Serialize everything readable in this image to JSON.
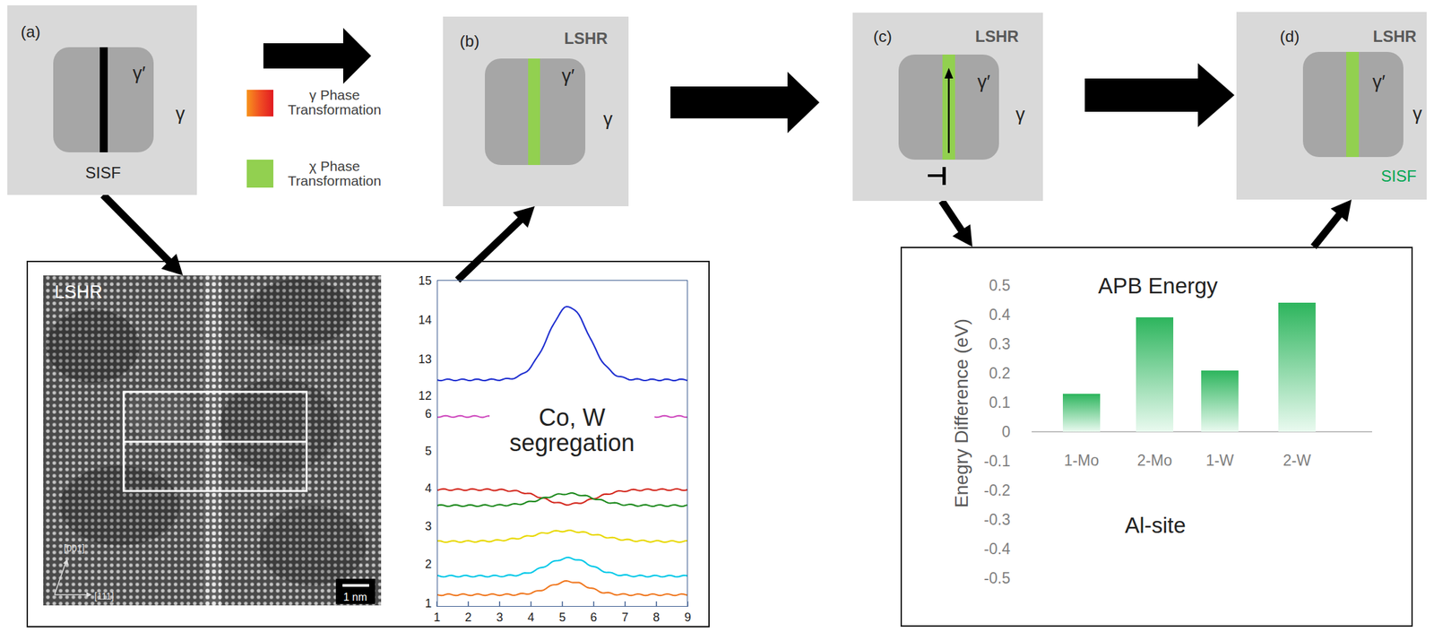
{
  "diagram": {
    "nodes": [
      {
        "text": [
          "(a)",
          "γ",
          "SISF"
        ]
      },
      {
        "text": [
          "γ′"
        ],
        "in": 0
      },
      {
        "text": [
          "(b)",
          "LSHR",
          "γ"
        ]
      },
      {
        "text": [
          "γ′"
        ],
        "in": 2
      },
      {
        "text": [
          "(c)",
          "LSHR",
          "γ"
        ]
      },
      {
        "text": [
          "γ′"
        ],
        "in": 4
      },
      {
        "text": [
          "(d)",
          "LSHR",
          "γ",
          "SISF"
        ]
      },
      {
        "text": [
          "γ′"
        ],
        "in": 6
      },
      {
        "text": [
          "LSHR",
          "1 nm"
        ]
      },
      {
        "text": [
          "Co, W segregation"
        ]
      },
      {
        "text": [
          "APB Energy",
          "Enegry Difference (eV)",
          "Al-site"
        ]
      }
    ],
    "edges": [
      {
        "from": 0,
        "to": 2,
        "arrow": "to"
      },
      {
        "from": 2,
        "to": 4,
        "arrow": "to"
      },
      {
        "from": 4,
        "to": 6,
        "arrow": "to"
      },
      {
        "from": 0,
        "to": 8,
        "arrow": "to"
      },
      {
        "from": 9,
        "to": 2,
        "arrow": "to"
      },
      {
        "from": 4,
        "to": 10,
        "arrow": "to"
      },
      {
        "from": 10,
        "to": 6,
        "arrow": "to"
      }
    ],
    "labels": [
      "[001]",
      "[111]",
      "15",
      "14",
      "13",
      "12",
      "6",
      "5",
      "4",
      "3",
      "2",
      "1",
      "1",
      "2",
      "3",
      "4",
      "5",
      "6",
      "7",
      "8",
      "9",
      "0.5",
      "0.4",
      "0.3",
      "0.2",
      "0.1",
      "0",
      "-0.1",
      "-0.2",
      "-0.3",
      "-0.4",
      "-0.5",
      "1-Mo",
      "2-Mo",
      "1-W",
      "2-W"
    ],
    "legend": [
      {
        "text": "γ Phase Transformation",
        "color": "#f04e23"
      },
      {
        "text": "χ Phase Transformation",
        "color": "#92d050"
      }
    ]
  }
}
